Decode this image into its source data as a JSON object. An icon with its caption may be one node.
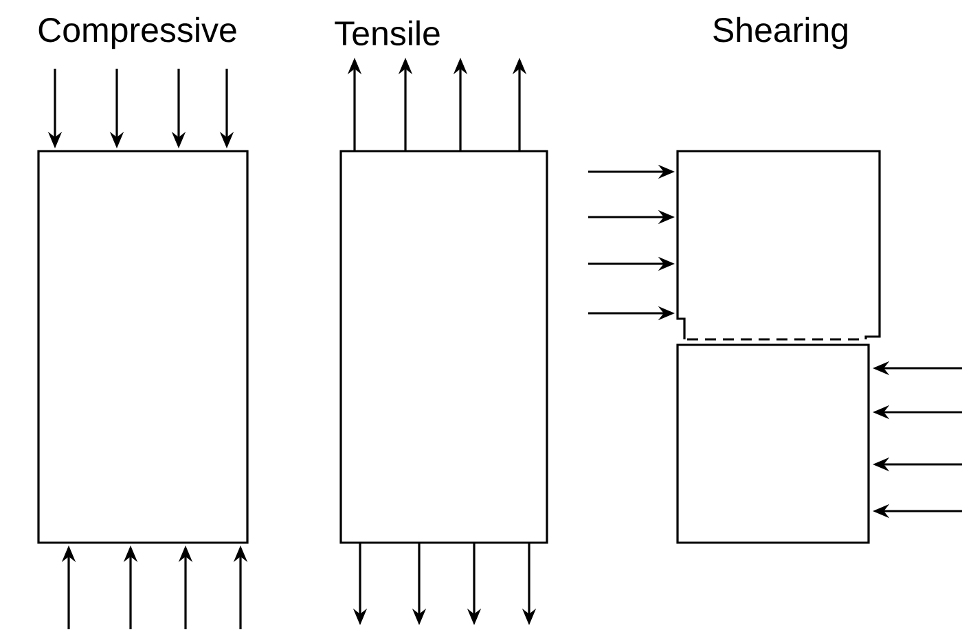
{
  "diagram": {
    "labels": [
      "Compressive",
      "Tensile",
      "Shearing"
    ]
  }
}
